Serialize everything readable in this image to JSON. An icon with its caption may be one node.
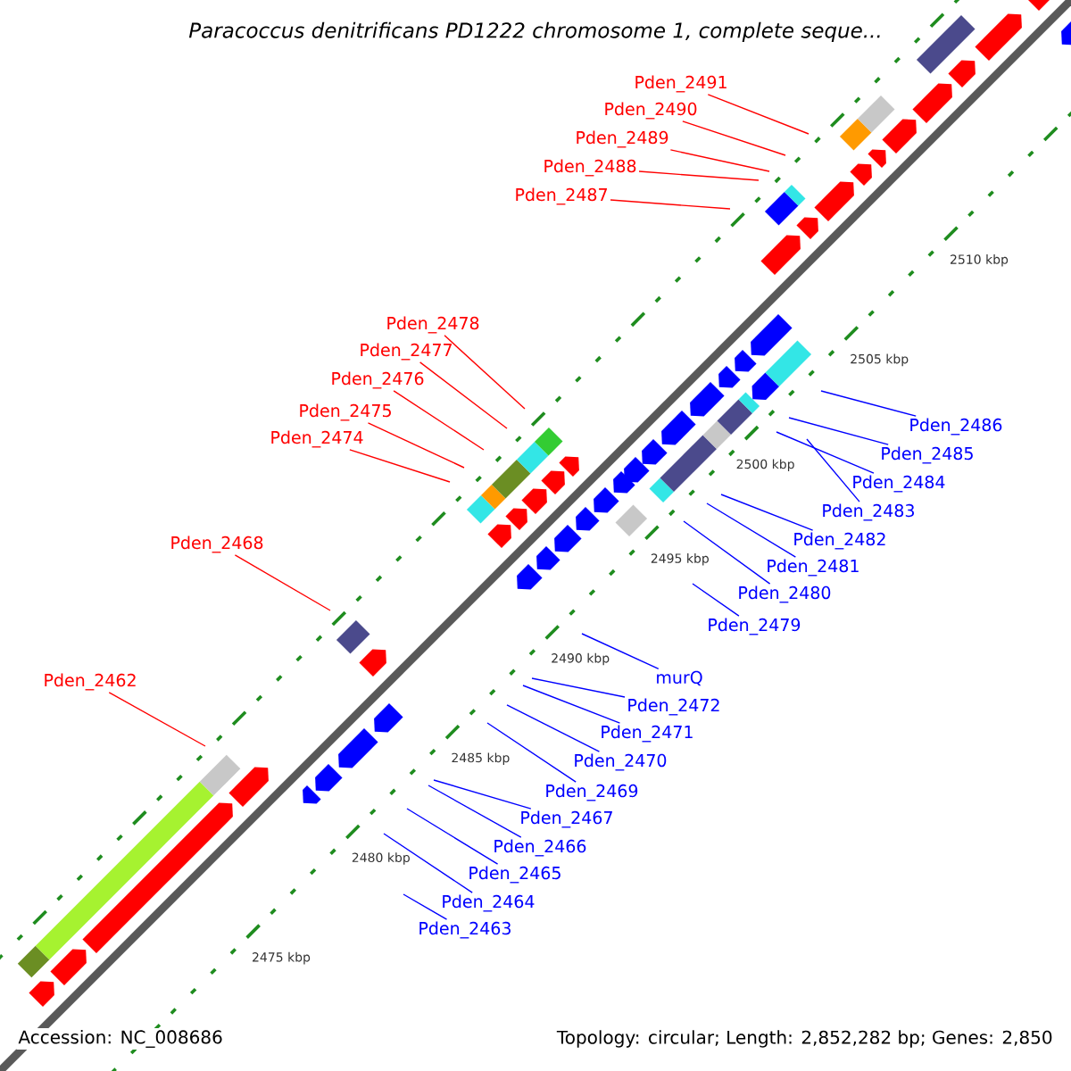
{
  "diagram": {
    "title": "Paracoccus denitrificans PD1222 chromosome 1, complete seque...",
    "nodes": [
      {
        "text": [
          "Pden_2491"
        ]
      },
      {
        "text": [
          "Pden_2490"
        ]
      },
      {
        "text": [
          "Pden_2489"
        ]
      },
      {
        "text": [
          "Pden_2488"
        ]
      },
      {
        "text": [
          "Pden_2487"
        ]
      },
      {
        "text": [
          "Pden_2478"
        ]
      },
      {
        "text": [
          "Pden_2477"
        ]
      },
      {
        "text": [
          "Pden_2476"
        ]
      },
      {
        "text": [
          "Pden_2475"
        ]
      },
      {
        "text": [
          "Pden_2474"
        ]
      },
      {
        "text": [
          "Pden_2486"
        ]
      },
      {
        "text": [
          "Pden_2485"
        ]
      },
      {
        "text": [
          "Pden_2484"
        ]
      },
      {
        "text": [
          "Pden_2483"
        ]
      },
      {
        "text": [
          "Pden_2482"
        ]
      },
      {
        "text": [
          "Pden_2481"
        ]
      },
      {
        "text": [
          "Pden_2480"
        ]
      },
      {
        "text": [
          "Pden_2479"
        ]
      },
      {
        "text": [
          "Pden_2468"
        ]
      },
      {
        "text": [
          "murQ"
        ]
      },
      {
        "text": [
          "Pden_2472"
        ]
      },
      {
        "text": [
          "Pden_2471"
        ]
      },
      {
        "text": [
          "Pden_2470"
        ]
      },
      {
        "text": [
          "Pden_2469"
        ]
      },
      {
        "text": [
          "Pden_2462"
        ]
      },
      {
        "text": [
          "Pden_2467"
        ]
      },
      {
        "text": [
          "Pden_2466"
        ]
      },
      {
        "text": [
          "Pden_2465"
        ]
      },
      {
        "text": [
          "Pden_2464"
        ]
      },
      {
        "text": [
          "Pden_2463"
        ]
      }
    ],
    "edges": [
      {
        "from": 0,
        "to": null,
        "arrow": "none",
        "color": "#ff0000"
      },
      {
        "from": 1,
        "to": null,
        "arrow": "none",
        "color": "#ff0000"
      },
      {
        "from": 2,
        "to": null,
        "arrow": "none",
        "color": "#ff0000"
      },
      {
        "from": 3,
        "to": null,
        "arrow": "none",
        "color": "#ff0000"
      },
      {
        "from": 4,
        "to": null,
        "arrow": "none",
        "color": "#ff0000"
      },
      {
        "from": 5,
        "to": null,
        "arrow": "none",
        "color": "#ff0000"
      },
      {
        "from": 6,
        "to": null,
        "arrow": "none",
        "color": "#ff0000"
      },
      {
        "from": 7,
        "to": null,
        "arrow": "none",
        "color": "#ff0000"
      },
      {
        "from": 8,
        "to": null,
        "arrow": "none",
        "color": "#ff0000"
      },
      {
        "from": 9,
        "to": null,
        "arrow": "none",
        "color": "#ff0000"
      },
      {
        "from": 10,
        "to": null,
        "arrow": "none"
      },
      {
        "from": 11,
        "to": null,
        "arrow": "none"
      },
      {
        "from": 12,
        "to": null,
        "arrow": "none"
      },
      {
        "from": 13,
        "to": null,
        "arrow": "none"
      },
      {
        "from": 14,
        "to": null,
        "arrow": "none"
      },
      {
        "from": 15,
        "to": null,
        "arrow": "none"
      },
      {
        "from": 16,
        "to": null,
        "arrow": "none"
      },
      {
        "from": 17,
        "to": null,
        "arrow": "none"
      },
      {
        "from": 18,
        "to": null,
        "arrow": "none",
        "color": "#ff0000"
      },
      {
        "from": 19,
        "to": null,
        "arrow": "none"
      },
      {
        "from": 20,
        "to": null,
        "arrow": "none"
      },
      {
        "from": 21,
        "to": null,
        "arrow": "none"
      },
      {
        "from": 22,
        "to": null,
        "arrow": "none"
      },
      {
        "from": 23,
        "to": null,
        "arrow": "none"
      },
      {
        "from": 24,
        "to": null,
        "arrow": "none",
        "color": "#ff0000"
      },
      {
        "from": 25,
        "to": null,
        "arrow": "none"
      },
      {
        "from": 26,
        "to": null,
        "arrow": "none"
      },
      {
        "from": 27,
        "to": null,
        "arrow": "none"
      },
      {
        "from": 28,
        "to": null,
        "arrow": "none"
      },
      {
        "from": 29,
        "to": null,
        "arrow": "none"
      }
    ],
    "labels": [
      "2510 kbp",
      "2505 kbp",
      "2500 kbp",
      "2495 kbp",
      "2490 kbp",
      "2485 kbp",
      "2480 kbp",
      "2475 kbp",
      "Accession: NC_008686",
      "Topology: circular; Length: 2,852,282 bp; Genes: 2,850"
    ]
  }
}
